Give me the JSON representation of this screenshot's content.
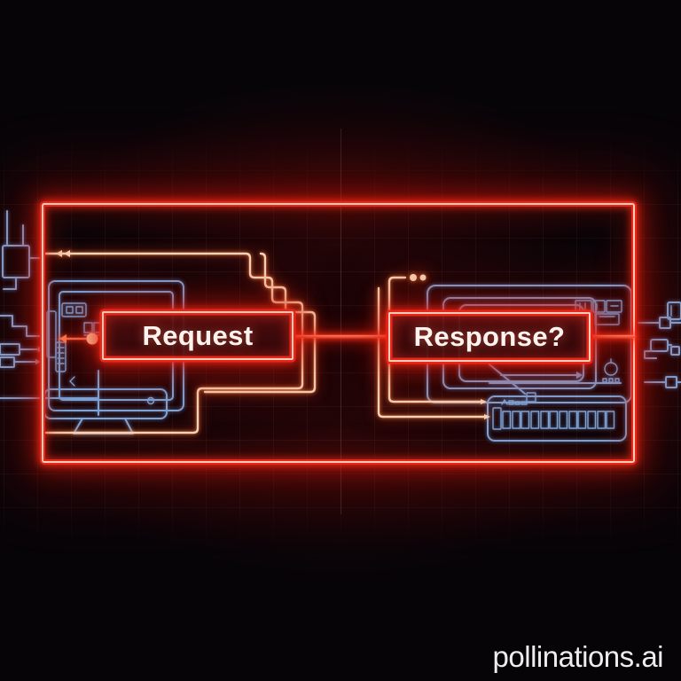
{
  "scene": {
    "request_box": {
      "label": "Request"
    },
    "response_box": {
      "label": "Response?"
    },
    "watermark": "pollinations.ai",
    "icons": {
      "left_device": "computer-monitor-icon",
      "right_device": "circuit-board-icon",
      "memory_module": "ram-module-icon",
      "signal_dots": "signal-dots-icon",
      "request_arrow": "arrow-left-icon"
    }
  },
  "colors": {
    "background": "#070408",
    "neon_red": "#e8271a",
    "neon_red_core": "#ffcdb8",
    "trace_orange": "#f6d8ba",
    "circuit_blue": "#7fa8d9",
    "label_text": "#fff3ef",
    "watermark_text": "#ededed"
  }
}
